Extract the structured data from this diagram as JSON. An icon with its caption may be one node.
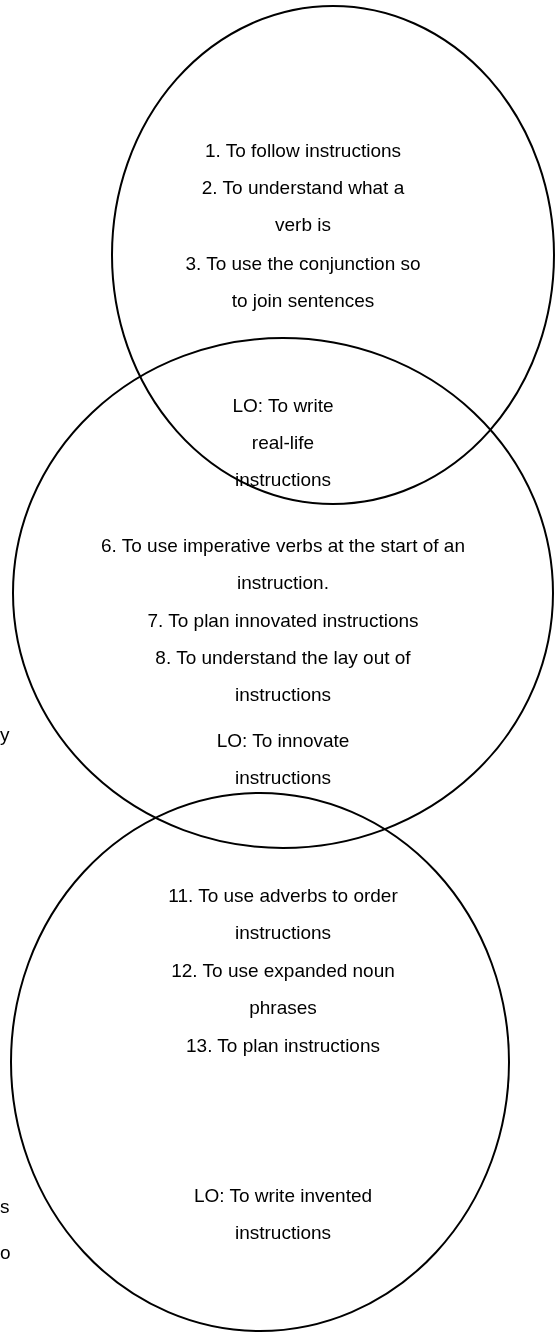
{
  "diagram": {
    "nodes": [
      {
        "text": [
          "1. To follow instructions",
          "2. To understand what a verb is",
          "3. To use the conjunction so to join sentences"
        ]
      },
      {
        "text": [
          "6. To use imperative verbs at the start of an instruction.",
          "7. To plan innovated instructions",
          "8. To understand the lay out of instructions"
        ]
      },
      {
        "text": [
          "11. To use adverbs to order instructions",
          "12. To use expanded noun phrases",
          "13. To plan instructions",
          "LO: To write invented instructions"
        ]
      }
    ],
    "labels": [
      "LO: To write real-life instructions",
      "LO: To innovate instructions",
      "y",
      "s",
      "o"
    ]
  }
}
